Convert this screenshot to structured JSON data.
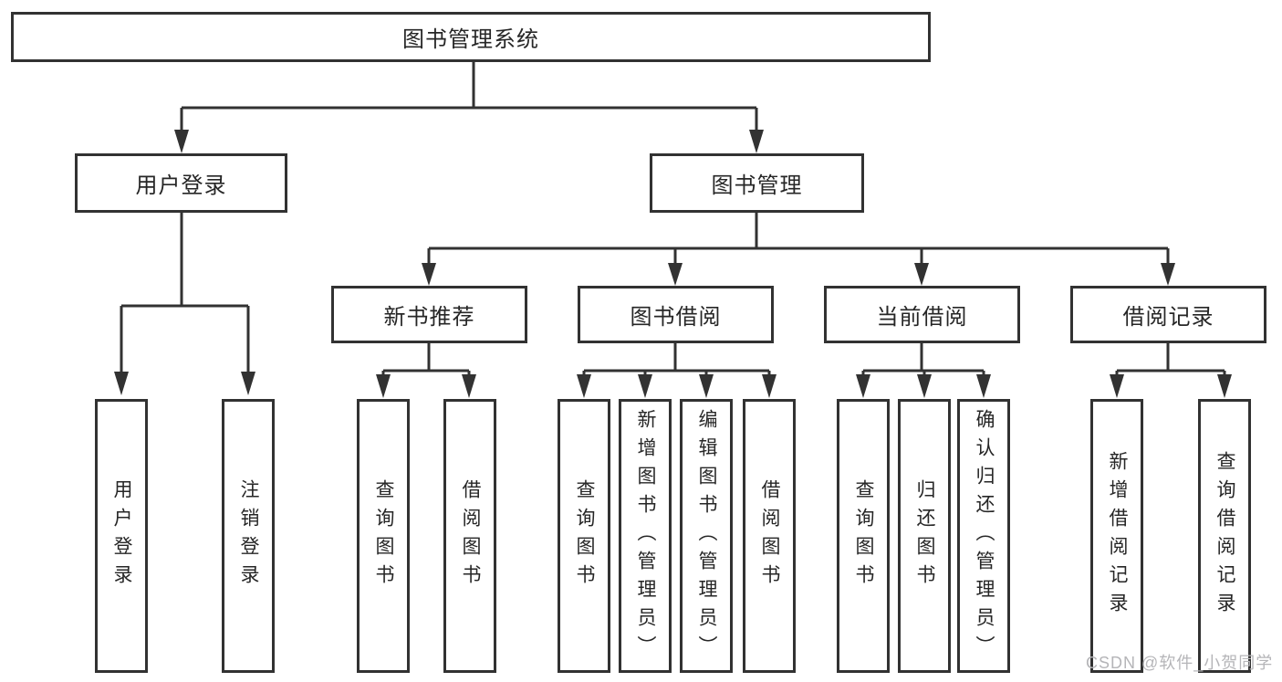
{
  "diagram": {
    "root": {
      "label": "图书管理系统"
    },
    "level2": [
      {
        "label": "用户登录"
      },
      {
        "label": "图书管理"
      }
    ],
    "level3": [
      {
        "label": "新书推荐",
        "parent": "图书管理"
      },
      {
        "label": "图书借阅",
        "parent": "图书管理"
      },
      {
        "label": "当前借阅",
        "parent": "图书管理"
      },
      {
        "label": "借阅记录",
        "parent": "图书管理"
      }
    ],
    "leaves": [
      {
        "label": "用户登录",
        "parent": "用户登录"
      },
      {
        "label": "注销登录",
        "parent": "用户登录"
      },
      {
        "label": "查询图书",
        "parent": "新书推荐"
      },
      {
        "label": "借阅图书",
        "parent": "新书推荐"
      },
      {
        "label": "查询图书",
        "parent": "图书借阅"
      },
      {
        "label": "新增图书（管理员）",
        "parent": "图书借阅"
      },
      {
        "label": "编辑图书（管理员）",
        "parent": "图书借阅"
      },
      {
        "label": "借阅图书",
        "parent": "图书借阅"
      },
      {
        "label": "查询图书",
        "parent": "当前借阅"
      },
      {
        "label": "归还图书",
        "parent": "当前借阅"
      },
      {
        "label": "确认归还（管理员）",
        "parent": "当前借阅"
      },
      {
        "label": "新增借阅记录",
        "parent": "借阅记录"
      },
      {
        "label": "查询借阅记录",
        "parent": "借阅记录"
      }
    ]
  },
  "watermark": {
    "text": "CSDN @软件_小贺同学"
  },
  "colors": {
    "line": "#323232",
    "box_border": "#323232",
    "text": "#262626",
    "watermark": "#b5b5b8",
    "background": "#ffffff"
  }
}
